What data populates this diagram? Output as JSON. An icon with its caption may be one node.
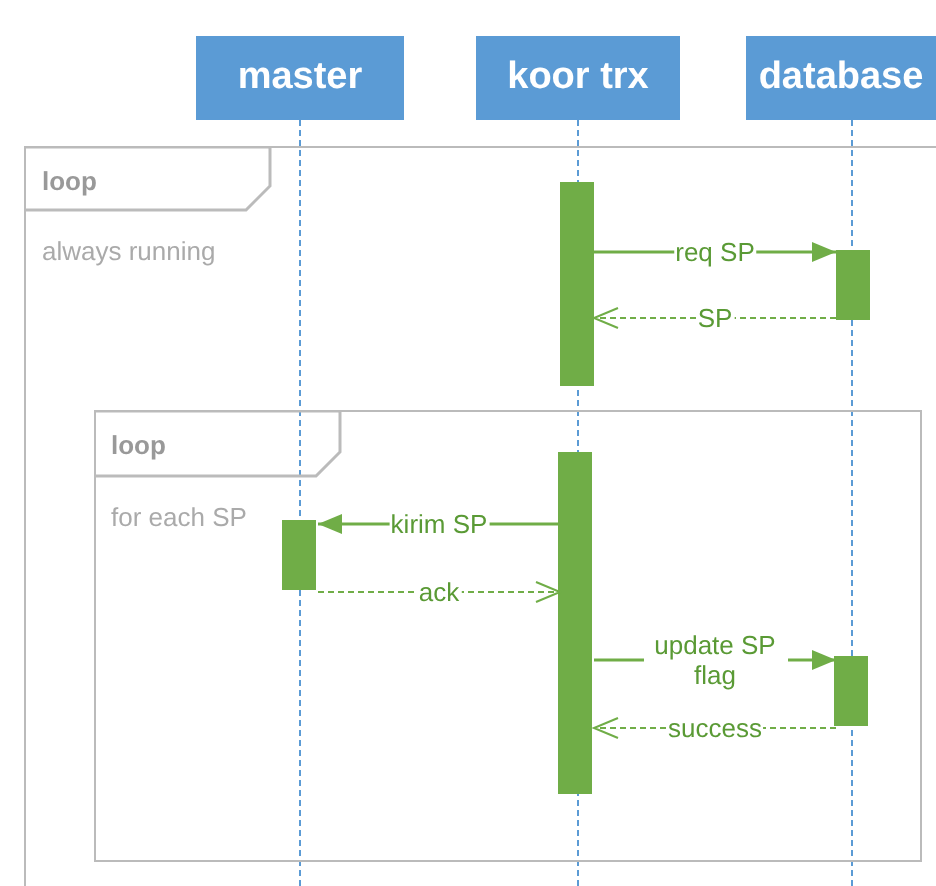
{
  "diagram": {
    "nodes": [
      {
        "text": [
          "master"
        ]
      },
      {
        "text": [
          "koor trx"
        ]
      },
      {
        "text": [
          "database"
        ]
      },
      {
        "text": [
          "loop",
          "always running"
        ]
      },
      {
        "text": [],
        "shape": "bar",
        "in": 3
      },
      {
        "text": [],
        "shape": "bar",
        "in": 3
      },
      {
        "text": [
          "loop",
          "for each SP"
        ],
        "in": 3
      },
      {
        "text": [],
        "shape": "bar",
        "in": 6
      },
      {
        "text": [],
        "shape": "bar",
        "in": 6
      },
      {
        "text": [],
        "shape": "bar",
        "in": 6
      }
    ],
    "edges": [
      {
        "from": 4,
        "to": 5,
        "arrow": "to",
        "label": "req SP"
      },
      {
        "from": 5,
        "to": 4,
        "arrow": "to",
        "label": "SP",
        "style": "dashed"
      },
      {
        "from": 7,
        "to": 8,
        "arrow": "to",
        "label": "kirim SP"
      },
      {
        "from": 8,
        "to": 7,
        "arrow": "to",
        "label": "ack",
        "style": "dashed"
      },
      {
        "from": 7,
        "to": 9,
        "arrow": "to",
        "label": "update SP flag"
      },
      {
        "from": 9,
        "to": 7,
        "arrow": "to",
        "label": "success",
        "style": "dashed"
      }
    ]
  }
}
